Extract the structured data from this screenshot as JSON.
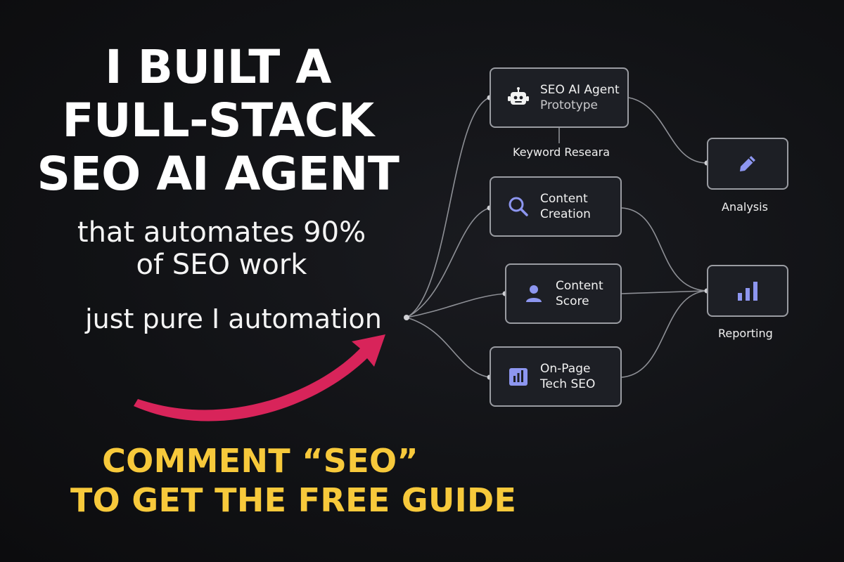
{
  "headline": {
    "line1": "I BUILT A",
    "line2": "FULL-STACK",
    "line3": "SEO AI AGENT"
  },
  "subheadline": {
    "line1": "that automates 90%",
    "line2": "of SEO work"
  },
  "tagline": "just pure I automation",
  "cta": {
    "line1": "COMMENT “SEO”",
    "line2": "TO GET THE FREE GUIDE"
  },
  "diagram": {
    "agent": {
      "title": "SEO AI Agent",
      "subtitle": "Prototype",
      "icon": "robot-icon"
    },
    "keyword_label": "Keyword Researa",
    "content_creation": {
      "line1": "Content",
      "line2": "Creation",
      "icon": "search-icon"
    },
    "content_score": {
      "line1": "Content",
      "line2": "Score",
      "icon": "user-icon"
    },
    "onpage": {
      "line1": "On-Page",
      "line2": "Tech SEO",
      "icon": "chart-tile-icon"
    },
    "analysis": {
      "label": "Analysis",
      "icon": "pencil-icon"
    },
    "reporting": {
      "label": "Reporting",
      "icon": "bar-chart-icon"
    }
  },
  "colors": {
    "background": "#111215",
    "cta": "#f7c93b",
    "arrow": "#d8245a",
    "icon_accent": "#8d96f0",
    "node_border": "#9a9ca2"
  }
}
